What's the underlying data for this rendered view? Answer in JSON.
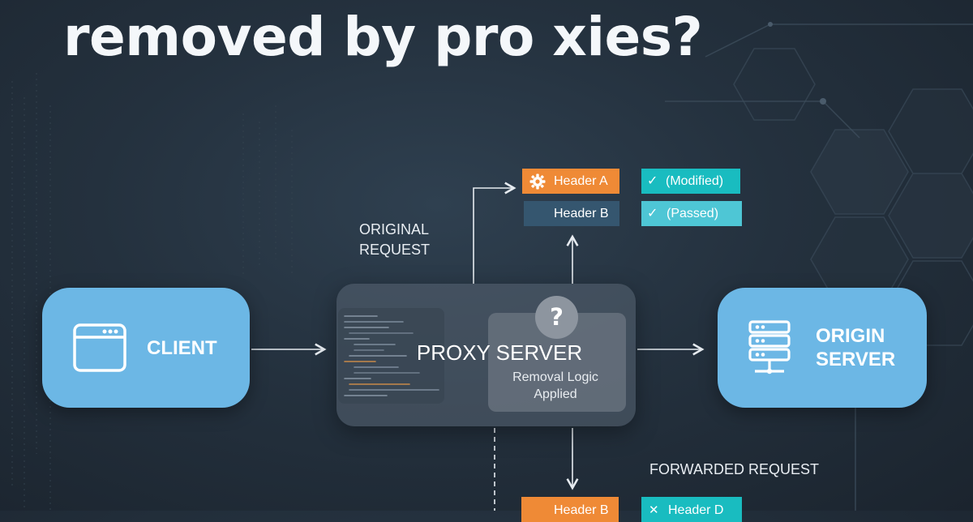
{
  "title": "removed by pro xies?",
  "labels": {
    "original_request": "ORIGINAL REQUEST",
    "forwarded_request": "FORWARDED REQUEST"
  },
  "client": {
    "label": "CLIENT",
    "icon": "browser-window-icon"
  },
  "proxy": {
    "label": "PROXY SERVER",
    "sublabel": "Removal Logic Applied",
    "icon": "question-mark-icon",
    "icon_glyph": "?"
  },
  "origin": {
    "label": "ORIGIN SERVER",
    "icon": "server-rack-icon"
  },
  "original_headers": [
    {
      "name": "Header A",
      "status": "(Modified)",
      "icon": "gear-icon"
    },
    {
      "name": "Header B",
      "status": "(Passed)",
      "icon": "check-icon"
    }
  ],
  "forwarded_headers": [
    {
      "name": "Header B",
      "status": "Header D",
      "icon": "x-icon"
    }
  ],
  "colors": {
    "background": "#24313e",
    "node_blue": "#6cb7e5",
    "header_orange": "#ef8a36",
    "header_navy": "#35566f",
    "status_teal": "#19bcc0",
    "status_light_teal": "#4ec6d5"
  }
}
